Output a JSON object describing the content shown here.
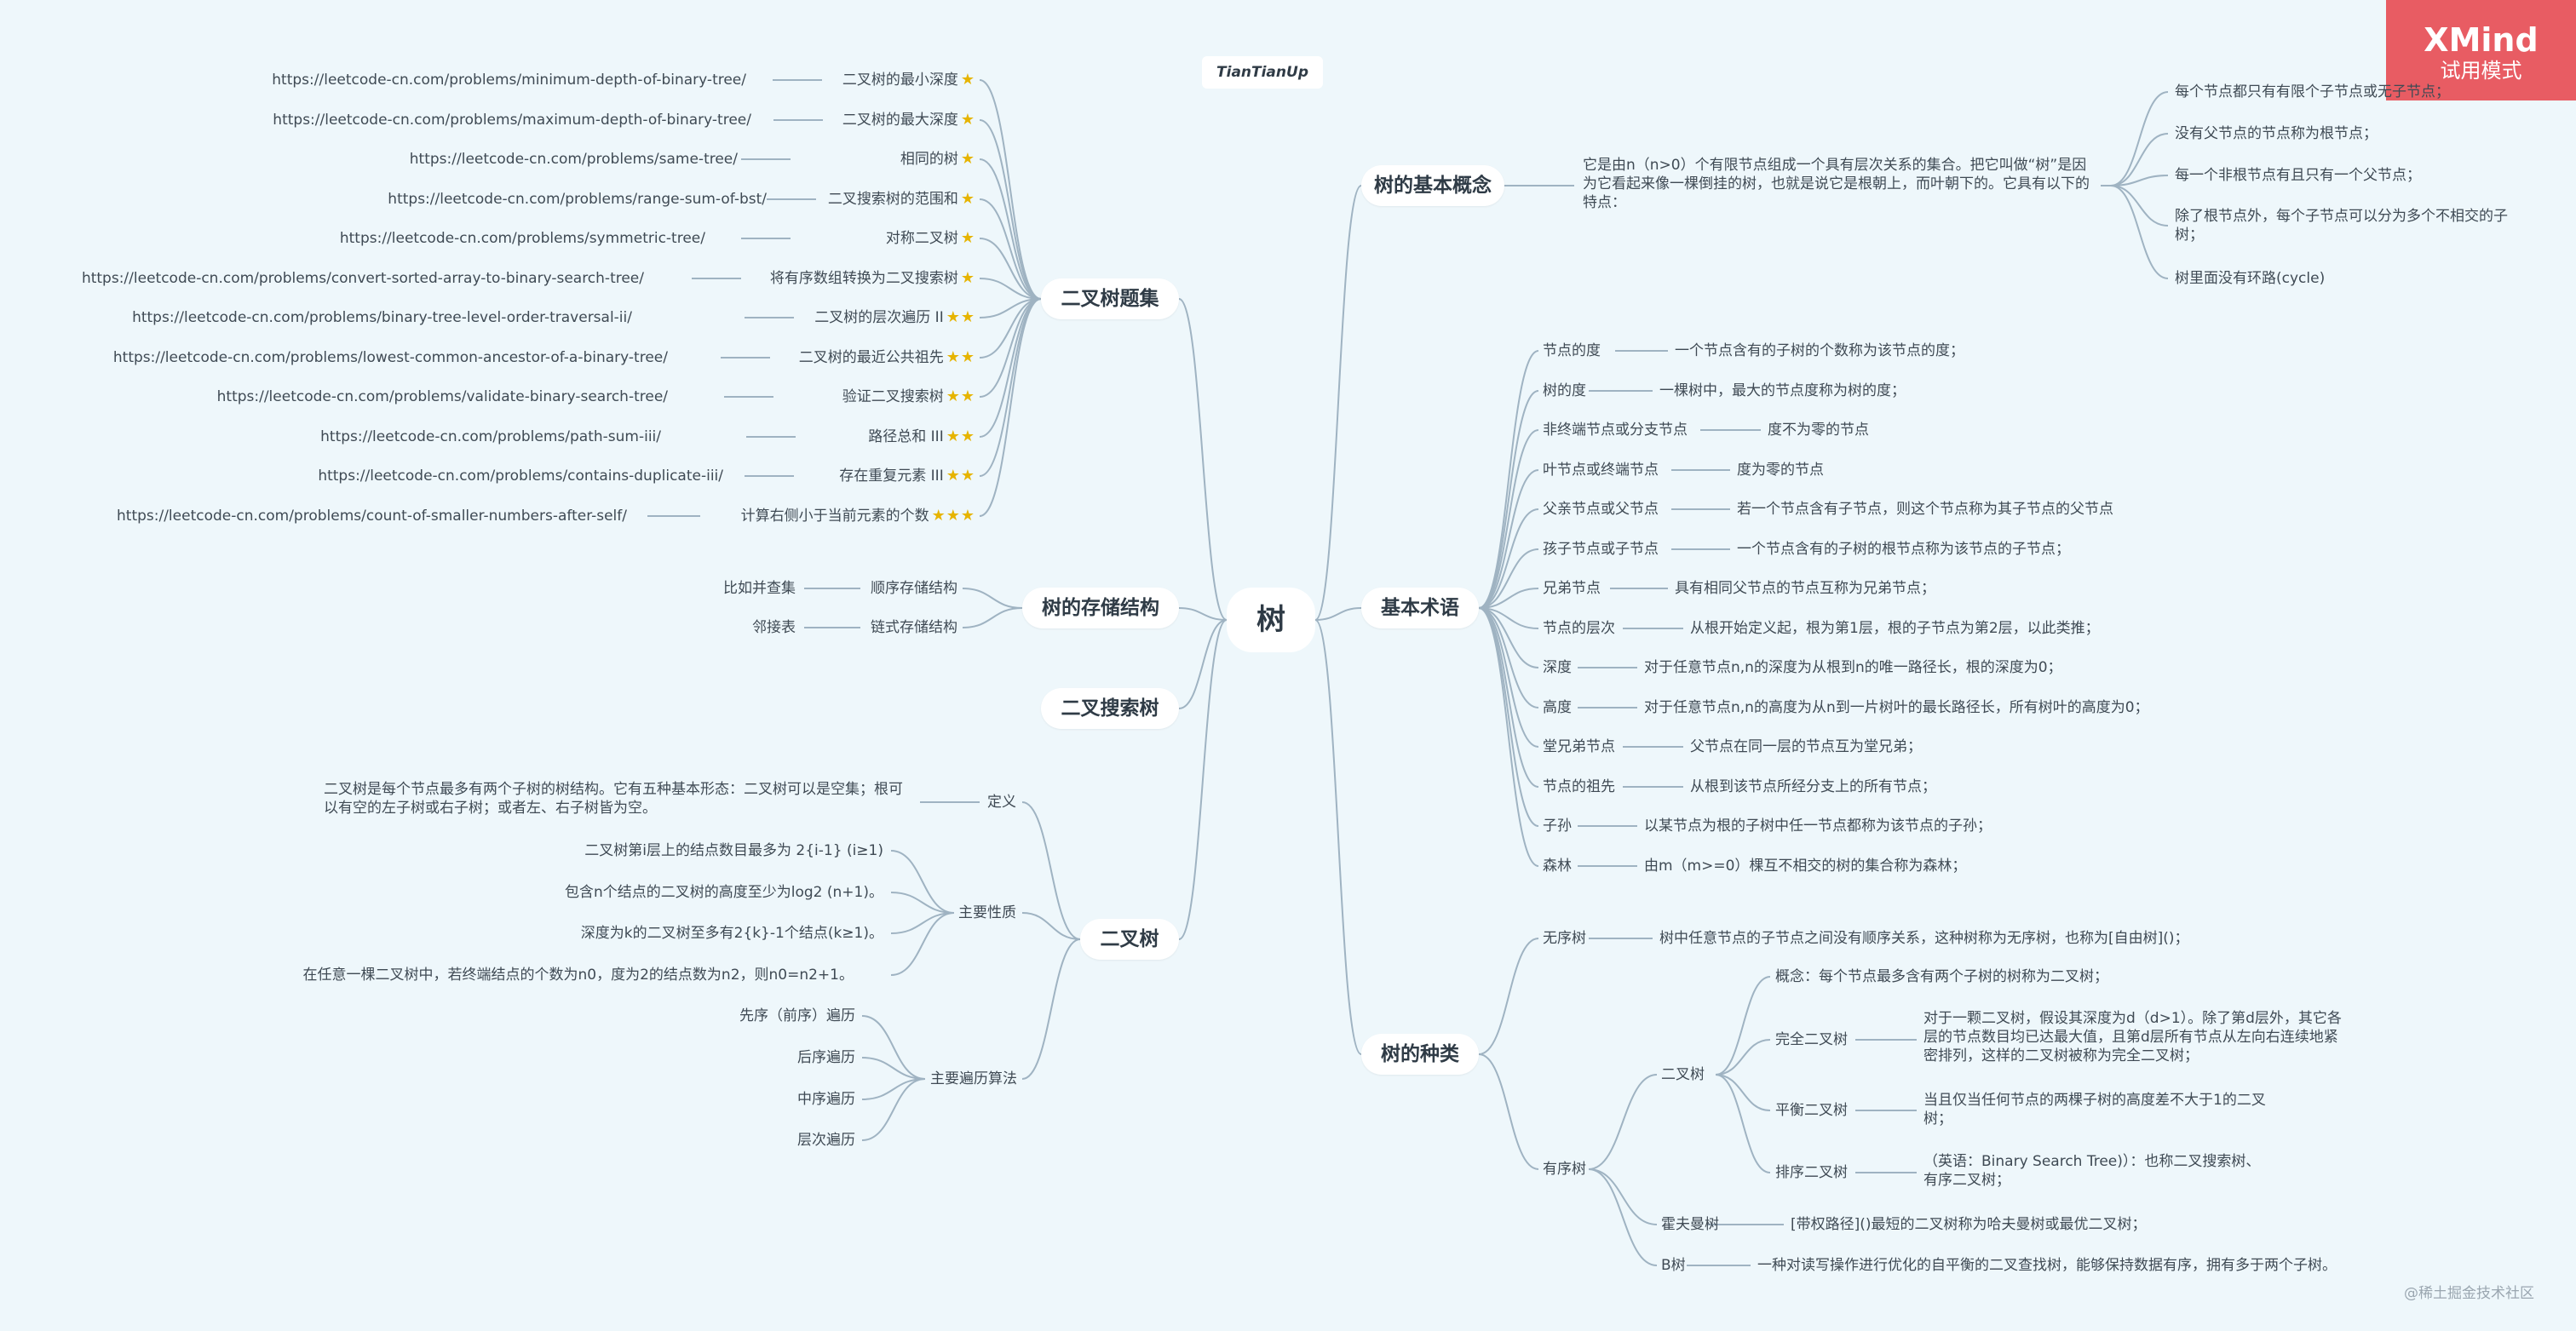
{
  "root": "树",
  "brand": "TianTianUp",
  "badge": {
    "title": "XMind",
    "subtitle": "试用模式"
  },
  "watermark": "@稀土掘金技术社区",
  "topics": {
    "basic_concept": "树的基本概念",
    "terms": "基本术语",
    "kinds": "树的种类",
    "problems": "二叉树题集",
    "storage": "树的存储结构",
    "bst": "二叉搜索树",
    "binary": "二叉树"
  },
  "concept": {
    "desc": "它是由n（n>0）个有限节点组成一个具有层次关系的集合。把它叫做“树”是因为它看起来像一棵倒挂的树，也就是说它是根朝上，而叶朝下的。它具有以下的特点：",
    "points": [
      "每个节点都只有有限个子节点或无子节点；",
      "没有父节点的节点称为根节点；",
      "每一个非根节点有且只有一个父节点；",
      "除了根节点外，每个子节点可以分为多个不相交的子树；",
      "树里面没有环路(cycle)"
    ]
  },
  "terms": [
    {
      "term": "节点的度",
      "def": "一个节点含有的子树的个数称为该节点的度；"
    },
    {
      "term": "树的度",
      "def": "一棵树中，最大的节点度称为树的度；"
    },
    {
      "term": "非终端节点或分支节点",
      "def": "度不为零的节点"
    },
    {
      "term": "叶节点或终端节点",
      "def": "度为零的节点"
    },
    {
      "term": "父亲节点或父节点",
      "def": "若一个节点含有子节点，则这个节点称为其子节点的父节点"
    },
    {
      "term": "孩子节点或子节点",
      "def": "一个节点含有的子树的根节点称为该节点的子节点；"
    },
    {
      "term": "兄弟节点",
      "def": "具有相同父节点的节点互称为兄弟节点；"
    },
    {
      "term": "节点的层次",
      "def": "从根开始定义起，根为第1层，根的子节点为第2层，以此类推；"
    },
    {
      "term": "深度",
      "def": "对于任意节点n,n的深度为从根到n的唯一路径长，根的深度为0；"
    },
    {
      "term": "高度",
      "def": "对于任意节点n,n的高度为从n到一片树叶的最长路径长，所有树叶的高度为0；"
    },
    {
      "term": "堂兄弟节点",
      "def": "父节点在同一层的节点互为堂兄弟；"
    },
    {
      "term": "节点的祖先",
      "def": "从根到该节点所经分支上的所有节点；"
    },
    {
      "term": "子孙",
      "def": "以某节点为根的子树中任一节点都称为该节点的子孙；"
    },
    {
      "term": "森林",
      "def": "由m（m>=0）棵互不相交的树的集合称为森林；"
    }
  ],
  "kinds": {
    "unordered": {
      "label": "无序树",
      "def": "树中任意节点的子节点之间没有顺序关系，这种树称为无序树，也称为[自由树]()；"
    },
    "ordered": {
      "label": "有序树",
      "binary": {
        "label": "二叉树",
        "concept": "概念：每个节点最多含有两个子树的树称为二叉树；",
        "complete": {
          "label": "完全二叉树",
          "def": "对于一颗二叉树，假设其深度为d（d>1）。除了第d层外，其它各层的节点数目均已达最大值，且第d层所有节点从左向右连续地紧密排列，这样的二叉树被称为完全二叉树；"
        },
        "balanced": {
          "label": "平衡二叉树",
          "def": "当且仅当任何节点的两棵子树的高度差不大于1的二叉树；"
        },
        "sorted": {
          "label": "排序二叉树",
          "def": "（英语：Binary Search Tree)）：也称二叉搜索树、有序二叉树；"
        }
      },
      "huffman": {
        "label": "霍夫曼树",
        "def": "[带权路径]()最短的二叉树称为哈夫曼树或最优二叉树；"
      },
      "btree": {
        "label": "B树",
        "def": "一种对读写操作进行优化的自平衡的二叉查找树，能够保持数据有序，拥有多于两个子树。"
      }
    }
  },
  "problems": [
    {
      "url": "https://leetcode-cn.com/problems/minimum-depth-of-binary-tree/",
      "title": "二叉树的最小深度",
      "stars": "★"
    },
    {
      "url": "https://leetcode-cn.com/problems/maximum-depth-of-binary-tree/",
      "title": "二叉树的最大深度",
      "stars": "★"
    },
    {
      "url": "https://leetcode-cn.com/problems/same-tree/",
      "title": "相同的树",
      "stars": "★"
    },
    {
      "url": "https://leetcode-cn.com/problems/range-sum-of-bst/",
      "title": "二叉搜索树的范围和",
      "stars": "★"
    },
    {
      "url": "https://leetcode-cn.com/problems/symmetric-tree/",
      "title": "对称二叉树",
      "stars": "★"
    },
    {
      "url": "https://leetcode-cn.com/problems/convert-sorted-array-to-binary-search-tree/",
      "title": "将有序数组转换为二叉搜索树",
      "stars": "★"
    },
    {
      "url": "https://leetcode-cn.com/problems/binary-tree-level-order-traversal-ii/",
      "title": "二叉树的层次遍历 II",
      "stars": "★★"
    },
    {
      "url": "https://leetcode-cn.com/problems/lowest-common-ancestor-of-a-binary-tree/",
      "title": "二叉树的最近公共祖先",
      "stars": "★★"
    },
    {
      "url": "https://leetcode-cn.com/problems/validate-binary-search-tree/",
      "title": "验证二叉搜索树",
      "stars": "★★"
    },
    {
      "url": "https://leetcode-cn.com/problems/path-sum-iii/",
      "title": "路径总和 III",
      "stars": "★★"
    },
    {
      "url": "https://leetcode-cn.com/problems/contains-duplicate-iii/",
      "title": "存在重复元素 III",
      "stars": "★★"
    },
    {
      "url": "https://leetcode-cn.com/problems/count-of-smaller-numbers-after-self/",
      "title": "计算右侧小于当前元素的个数",
      "stars": "★★★"
    }
  ],
  "storage": [
    {
      "label": "顺序存储结构",
      "example": "比如并查集"
    },
    {
      "label": "链式存储结构",
      "example": "邻接表"
    }
  ],
  "binary": {
    "definition": {
      "label": "定义",
      "text": "二叉树是每个节点最多有两个子树的树结构。它有五种基本形态：二叉树可以是空集；根可以有空的左子树或右子树；或者左、右子树皆为空。"
    },
    "properties": {
      "label": "主要性质",
      "items": [
        "二叉树第i层上的结点数目最多为 2{i-1} (i≥1)",
        "包含n个结点的二叉树的高度至少为log2 (n+1)。",
        "深度为k的二叉树至多有2{k}-1个结点(k≥1)。",
        "在任意一棵二叉树中，若终端结点的个数为n0，度为2的结点数为n2，则n0=n2+1。"
      ]
    },
    "traversal": {
      "label": "主要遍历算法",
      "items": [
        "先序（前序）遍历",
        "后序遍历",
        "中序遍历",
        "层次遍历"
      ]
    }
  }
}
